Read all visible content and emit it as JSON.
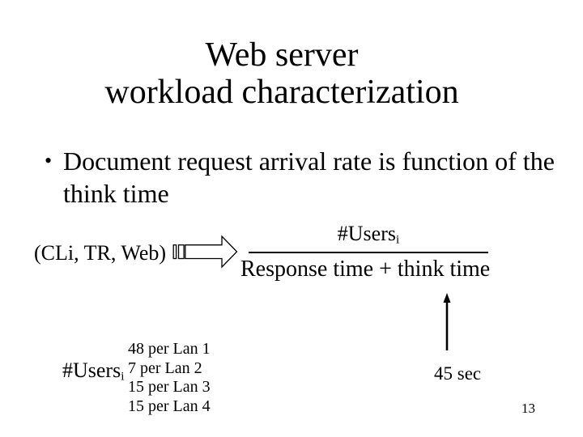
{
  "slide": {
    "background_color": "#ffffff",
    "text_color": "#000000",
    "title": {
      "line1": "Web server",
      "line2": "workload characterization"
    },
    "bullet": {
      "marker": "•",
      "line1": "Document request arrival rate is function of the",
      "line2": "think time"
    },
    "flow": {
      "source_label": "(CLi, TR, Web)",
      "arrow_icon": "striped-right-arrow"
    },
    "formula": {
      "numerator": {
        "base": "#Users",
        "subscript": "i"
      },
      "denominator": "Response time + think time"
    },
    "users_per_lan": {
      "label": {
        "base": "#Users",
        "subscript": "i"
      },
      "items": [
        "48 per Lan 1",
        "7 per Lan 2",
        "15 per Lan 3",
        "15 per Lan 4"
      ]
    },
    "think_time": {
      "value": "45 sec",
      "arrow_icon": "up-arrow"
    },
    "page_number": "13"
  }
}
